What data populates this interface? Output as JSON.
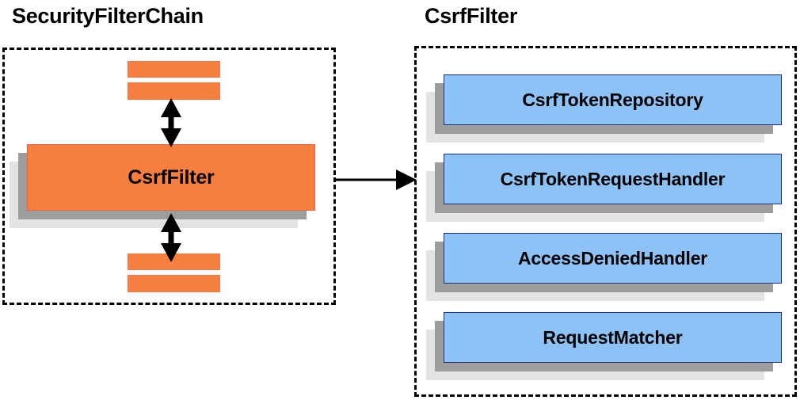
{
  "diagram": {
    "type": "component-relationship-diagram",
    "background": "#ffffff",
    "panels": [
      {
        "id": "security-filter-chain",
        "title": "SecurityFilterChain",
        "border_style": "dashed",
        "border_color": "#000000",
        "nodes": [
          {
            "id": "stub-top-1",
            "label": "",
            "fill": "#f77f3f",
            "stroke": "#ef7a45",
            "shadow": false
          },
          {
            "id": "stub-top-2",
            "label": "",
            "fill": "#f77f3f",
            "stroke": "#ef7a45",
            "shadow": false
          },
          {
            "id": "csrffilter",
            "label": "CsrfFilter",
            "fill": "#f77f3f",
            "stroke": "#e8643b",
            "shadow": true
          },
          {
            "id": "stub-bottom-1",
            "label": "",
            "fill": "#f77f3f",
            "stroke": "#ef7a45",
            "shadow": false
          },
          {
            "id": "stub-bottom-2",
            "label": "",
            "fill": "#f77f3f",
            "stroke": "#ef7a45",
            "shadow": false
          }
        ]
      },
      {
        "id": "csrf-filter",
        "title": "CsrfFilter",
        "border_style": "dashed",
        "border_color": "#000000",
        "nodes": [
          {
            "id": "csrftokenrepository",
            "label": "CsrfTokenRepository",
            "fill": "#8cc2f5",
            "stroke": "#1f2f7a",
            "shadow": true
          },
          {
            "id": "csrftokenrequesthandler",
            "label": "CsrfTokenRequestHandler",
            "fill": "#8cc2f5",
            "stroke": "#1f2f7a",
            "shadow": true
          },
          {
            "id": "accessdeniedhandler",
            "label": "AccessDeniedHandler",
            "fill": "#8cc2f5",
            "stroke": "#1f2f7a",
            "shadow": true
          },
          {
            "id": "requestmatcher",
            "label": "RequestMatcher",
            "fill": "#8cc2f5",
            "stroke": "#1f2f7a",
            "shadow": true
          }
        ]
      }
    ],
    "connectors": [
      {
        "id": "arrow-up",
        "from": "csrffilter",
        "to": "stub-top-2",
        "style": "double-headed-vertical",
        "color": "#000000"
      },
      {
        "id": "arrow-down",
        "from": "csrffilter",
        "to": "stub-bottom-1",
        "style": "double-headed-vertical",
        "color": "#000000"
      },
      {
        "id": "arrow-right",
        "from": "security-filter-chain",
        "to": "csrf-filter",
        "style": "single-headed-horizontal",
        "color": "#000000"
      }
    ],
    "colors": {
      "orange_fill": "#f77f3f",
      "orange_stroke": "#e8643b",
      "blue_fill": "#8cc2f5",
      "blue_stroke": "#1f2f7a",
      "shadow_dark": "#9d9d9d",
      "shadow_light": "#e3e3e3",
      "text": "#000000"
    }
  }
}
